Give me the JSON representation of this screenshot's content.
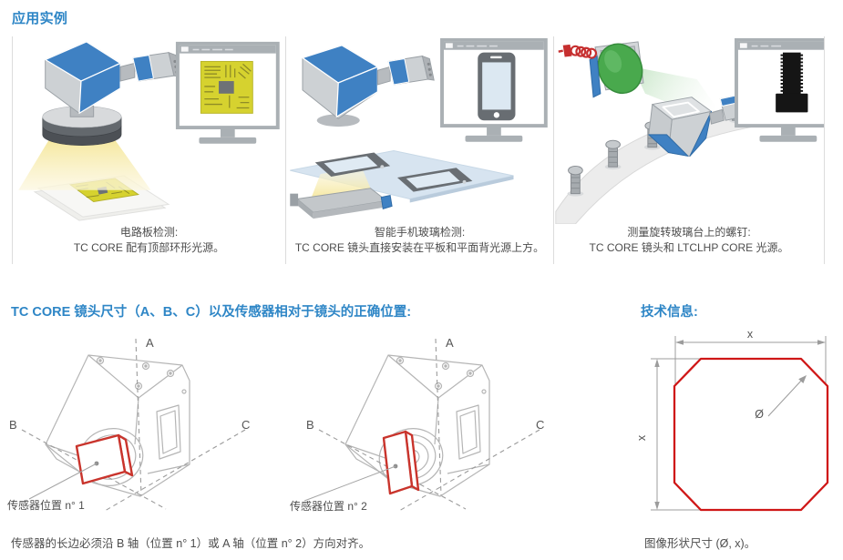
{
  "colors": {
    "accent_blue": "#2e86c6",
    "illustration_blue": "#3f81c3",
    "sensor_red": "#c9342c",
    "octagon_red": "#cf1717",
    "text_gray": "#4d4d4d"
  },
  "sections": {
    "applications": {
      "title": "应用实例",
      "examples": [
        {
          "caption_line1": "电路板检测:",
          "caption_line2": "TC CORE 配有顶部环形光源。"
        },
        {
          "caption_line1": "智能手机玻璃检测:",
          "caption_line2": "TC CORE 镜头直接安装在平板和平面背光源上方。"
        },
        {
          "caption_line1": "测量旋转玻璃台上的螺钉:",
          "caption_line2": "TC CORE 镜头和 LTCLHP CORE 光源。"
        }
      ]
    },
    "dimensions": {
      "title": "TC CORE 镜头尺寸（A、B、C）以及传感器相对于镜头的正确位置:",
      "drawings": [
        {
          "axis_a": "A",
          "axis_b": "B",
          "axis_c": "C",
          "sensor_label": "传感器位置 n° 1"
        },
        {
          "axis_a": "A",
          "axis_b": "B",
          "axis_c": "C",
          "sensor_label": "传感器位置 n° 2"
        }
      ],
      "footnote": "传感器的长边必须沿 B 轴（位置 n° 1）或 A 轴（位置 n° 2）方向对齐。"
    },
    "technical": {
      "title": "技术信息:",
      "dim_top": "x",
      "dim_left": "x",
      "dim_diag": "Ø",
      "footnote": "图像形状尺寸 (Ø, x)。"
    }
  }
}
